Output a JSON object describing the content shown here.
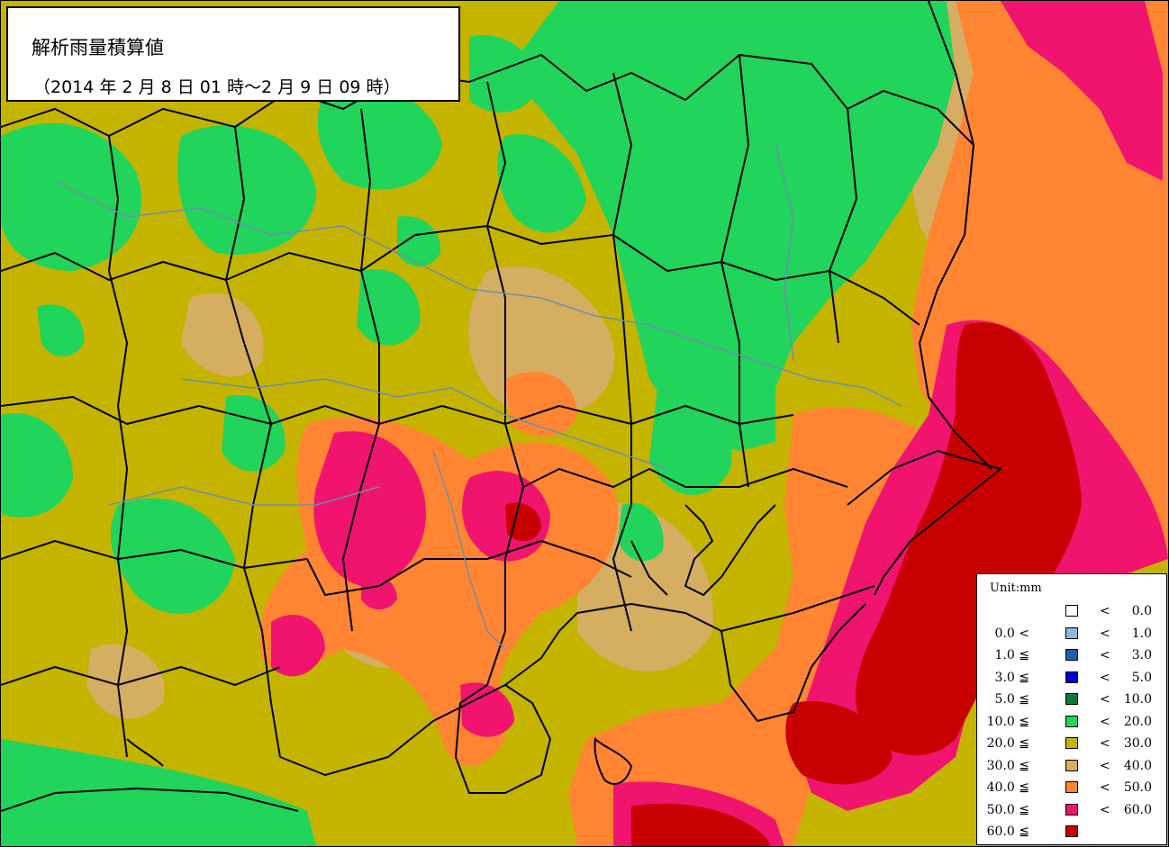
{
  "title": {
    "main": "解析雨量積算値",
    "period": "（2014 年 2 月 8 日 01 時～2 月 9 日 09 時）"
  },
  "legend": {
    "unit": "Unit:mm",
    "rows": [
      {
        "low": "",
        "color": "#ffffff",
        "op": "<",
        "high": "0.0"
      },
      {
        "low": "0.0 <",
        "color": "#8cb8de",
        "op": "<",
        "high": "1.0"
      },
      {
        "low": "1.0 ≦",
        "color": "#1f5fa8",
        "op": "<",
        "high": "3.0"
      },
      {
        "low": "3.0 ≦",
        "color": "#0000d2",
        "op": "<",
        "high": "5.0"
      },
      {
        "low": "5.0 ≦",
        "color": "#0a7a3c",
        "op": "<",
        "high": "10.0"
      },
      {
        "low": "10.0 ≦",
        "color": "#21d45c",
        "op": "<",
        "high": "20.0"
      },
      {
        "low": "20.0 ≦",
        "color": "#c4b400",
        "op": "<",
        "high": "30.0"
      },
      {
        "low": "30.0 ≦",
        "color": "#d5ae62",
        "op": "<",
        "high": "40.0"
      },
      {
        "low": "40.0 ≦",
        "color": "#ff8533",
        "op": "<",
        "high": "50.0"
      },
      {
        "low": "50.0 ≦",
        "color": "#f0146e",
        "op": "<",
        "high": "60.0"
      },
      {
        "low": "60.0 ≦",
        "color": "#c80000",
        "op": "",
        "high": ""
      }
    ]
  },
  "map_colors": {
    "land_base": "#c4b400",
    "green": "#21d45c",
    "tan": "#d5ae62",
    "orange": "#ff8533",
    "pink": "#f0146e",
    "red": "#c80000",
    "boundary": "#000000",
    "river": "#6f8fa8"
  }
}
